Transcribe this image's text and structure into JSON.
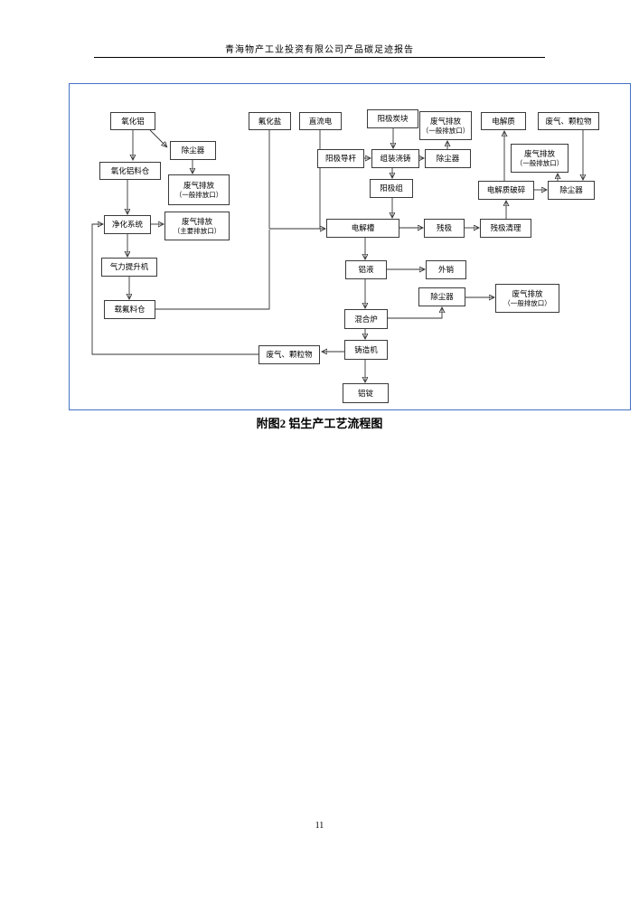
{
  "header": {
    "title": "青海物产工业投资有限公司产品碳足迹报告"
  },
  "figure": {
    "caption": "附图2 铝生产工艺流程图"
  },
  "footer": {
    "page_number": "11"
  },
  "flowchart": {
    "frame_color": "#4472c4",
    "nodes": {
      "alumina": {
        "label": "氧化铝"
      },
      "dust_collector_1": {
        "label": "除尘器"
      },
      "discharge_general_1": {
        "label": "废气排放",
        "sublabel": "（一般排放口）"
      },
      "alumina_silo": {
        "label": "氧化铝料仓"
      },
      "purification_system": {
        "label": "净化系统"
      },
      "discharge_main": {
        "label": "废气排放",
        "sublabel": "（主要排放口）"
      },
      "pneumatic_elevator": {
        "label": "气力提升机"
      },
      "fluoride_silo": {
        "label": "载氟料仓"
      },
      "fluoride_salt": {
        "label": "氟化盐"
      },
      "direct_current": {
        "label": "直流电"
      },
      "anode_carbon_block": {
        "label": "阳极炭块"
      },
      "discharge_general_2": {
        "label": "废气排放",
        "sublabel": "（一般排放口）"
      },
      "anode_rod": {
        "label": "阳极导杆"
      },
      "assembly_casting": {
        "label": "组装浇铸"
      },
      "dust_collector_2": {
        "label": "除尘器"
      },
      "anode_assembly": {
        "label": "阳极组"
      },
      "electrolyte": {
        "label": "电解质"
      },
      "waste_gas_particulates_1": {
        "label": "废气、颗粒物"
      },
      "discharge_general_3": {
        "label": "废气排放",
        "sublabel": "（一般排放口）"
      },
      "electrolyte_crushing": {
        "label": "电解质破碎"
      },
      "dust_collector_3": {
        "label": "除尘器"
      },
      "electrolysis_cell": {
        "label": "电解槽"
      },
      "anode_butts": {
        "label": "残极"
      },
      "butts_cleaning": {
        "label": "残极清理"
      },
      "molten_aluminum": {
        "label": "铝液"
      },
      "external_sales": {
        "label": "外销"
      },
      "dust_collector_4": {
        "label": "除尘器"
      },
      "discharge_general_4": {
        "label": "废气排放",
        "sublabel": "（一般排放口）"
      },
      "mixing_furnace": {
        "label": "混合炉"
      },
      "casting_machine": {
        "label": "铸造机"
      },
      "waste_gas_particulates_2": {
        "label": "废气、颗粒物"
      },
      "aluminum_ingot": {
        "label": "铝锭"
      }
    }
  }
}
